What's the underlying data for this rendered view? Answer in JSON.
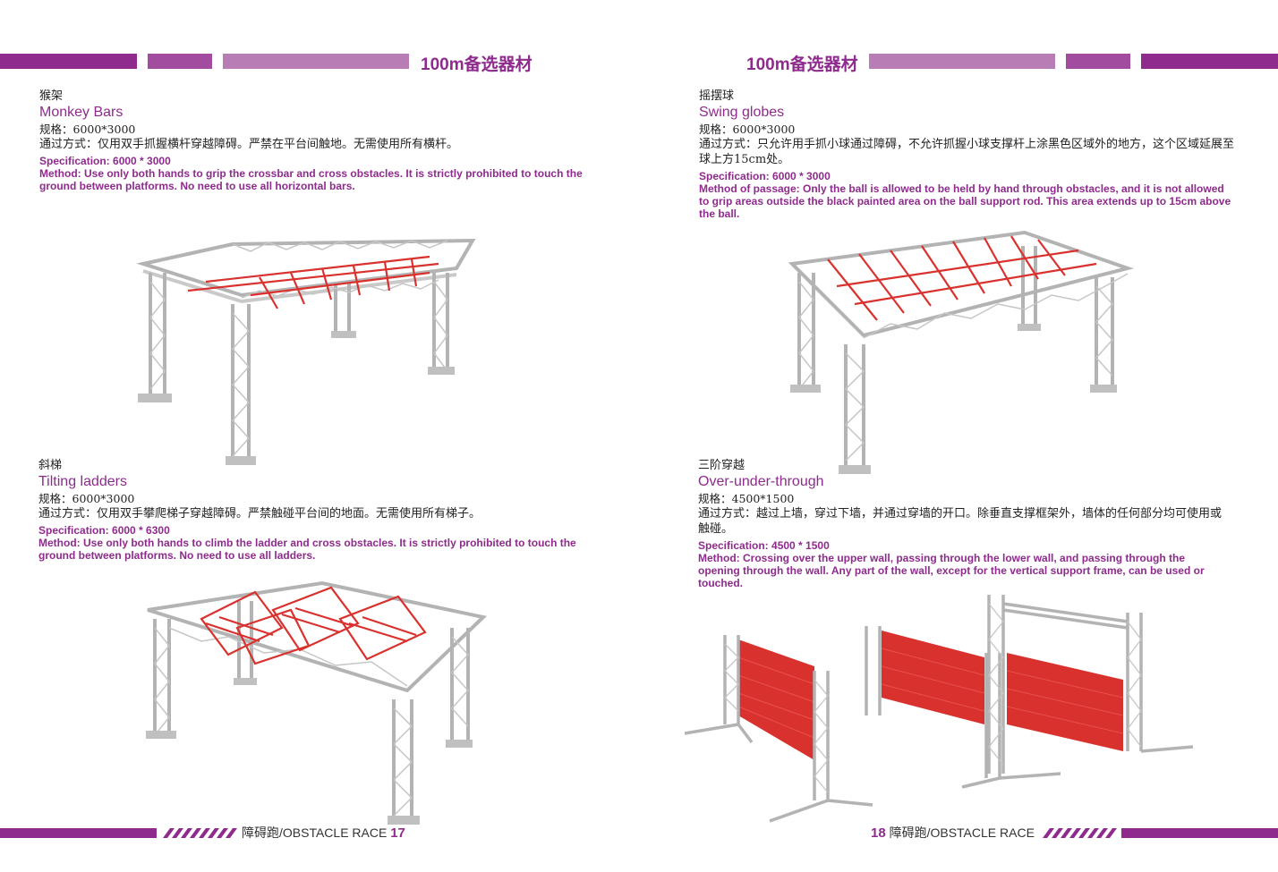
{
  "header_left": "100m备选器材",
  "header_right": "100m备选器材",
  "colors": {
    "accent": "#8e2b8d",
    "frame": "#b9b9b9",
    "red": "#d9322e"
  },
  "sections": {
    "monkey": {
      "zh_title": "猴架",
      "en_title": "Monkey Bars",
      "zh_spec": "规格：6000*3000",
      "zh_method": "通过方式：仅用双手抓握横杆穿越障碍。严禁在平台间触地。无需使用所有横杆。",
      "en_spec": "Specification: 6000 * 3000",
      "en_method": "Method: Use only both hands to grip the crossbar and cross obstacles. It is strictly prohibited to touch the ground between platforms. No need to use all horizontal bars."
    },
    "ladders": {
      "zh_title": "斜梯",
      "en_title": "Tilting ladders",
      "zh_spec": "规格：6000*3000",
      "zh_method": "通过方式：仅用双手攀爬梯子穿越障碍。严禁触碰平台间的地面。无需使用所有梯子。",
      "en_spec": "Specification: 6000 * 6300",
      "en_method": "Method: Use only both hands to climb the ladder and cross obstacles. It is strictly prohibited to touch the ground between platforms. No need to use all ladders."
    },
    "swing": {
      "zh_title": "摇摆球",
      "en_title": "Swing globes",
      "zh_spec": "规格：6000*3000",
      "zh_method": "通过方式：只允许用手抓小球通过障碍，不允许抓握小球支撑杆上涂黑色区域外的地方，这个区域延展至球上方15cm处。",
      "en_spec": "Specification: 6000 * 3000",
      "en_method": "Method of passage: Only the ball is allowed to be held by hand through obstacles, and it is not allowed to grip areas outside the black painted area on the ball support rod. This area extends up to 15cm above the ball."
    },
    "over": {
      "zh_title": "三阶穿越",
      "en_title": "Over-under-through",
      "zh_spec": "规格：4500*1500",
      "zh_method": "通过方式：越过上墙，穿过下墙，并通过穿墙的开口。除垂直支撑框架外，墙体的任何部分均可使用或触碰。",
      "en_spec": "Specification: 4500 * 1500",
      "en_method": "Method: Crossing over the upper wall, passing through the lower wall, and passing through the opening through the wall. Any part of the wall, except for the vertical support frame, can be used or touched."
    }
  },
  "footer_left": {
    "label": "障碍跑/OBSTACLE RACE",
    "page": "17"
  },
  "footer_right": {
    "label": "障碍跑/OBSTACLE RACE",
    "page": "18"
  }
}
